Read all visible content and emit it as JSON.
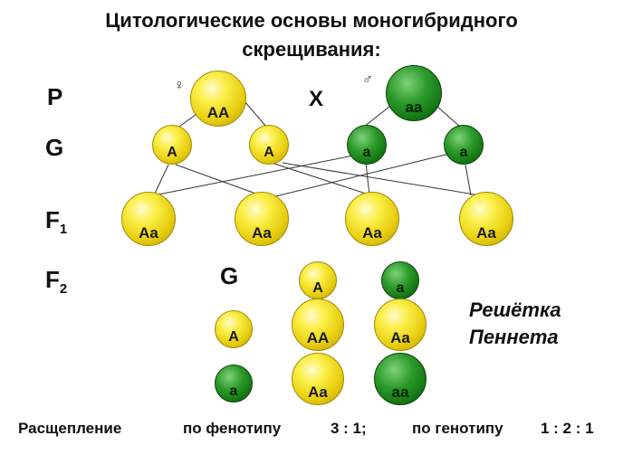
{
  "title_line1": "Цитологические основы моногибридного",
  "title_line2": "скрещивания:",
  "labels": {
    "p": "P",
    "g": "G",
    "f1_letter": "F",
    "f1_sub": "1",
    "f2_letter": "F",
    "f2_sub": "2",
    "punnett_g": "G",
    "cross": "X",
    "female_symbol": "♀",
    "male_symbol": "♂"
  },
  "parents": {
    "female": "AA",
    "male": "aa"
  },
  "gametes": [
    "A",
    "A",
    "a",
    "a"
  ],
  "f1": [
    "Aa",
    "Aa",
    "Aa",
    "Aa"
  ],
  "punnett": {
    "top": [
      "A",
      "a"
    ],
    "left": [
      "A",
      "a"
    ],
    "cells": [
      "AA",
      "Aa",
      "Aa",
      "aa"
    ]
  },
  "punnett_note_line1": "Решётка",
  "punnett_note_line2": "Пеннета",
  "footer": {
    "label": "Расщепление",
    "phenotype_label": "по фенотипу",
    "phenotype_ratio": "3 : 1;",
    "genotype_label": "по генотипу",
    "genotype_ratio": "1 : 2 : 1"
  },
  "colors": {
    "dominant": "#f0d820",
    "recessive": "#167a16"
  }
}
